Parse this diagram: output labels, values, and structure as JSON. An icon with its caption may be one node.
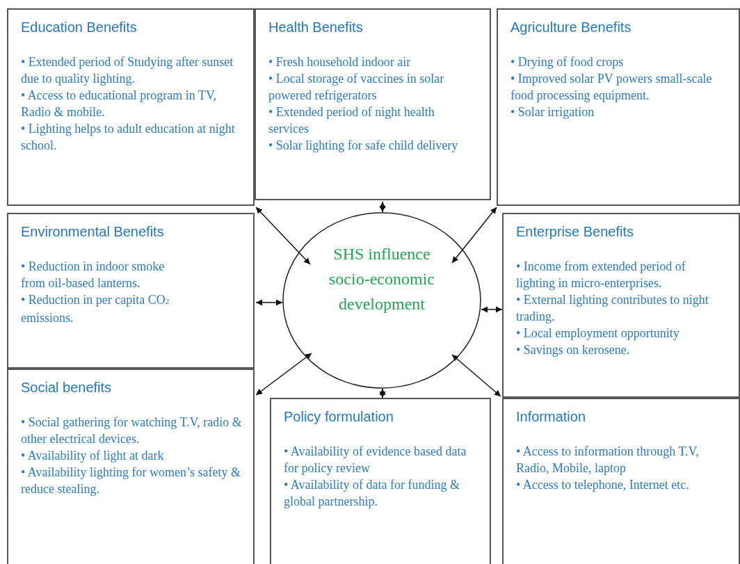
{
  "diagram": {
    "nodes": [
      {
        "text": [
          "Education Benefits",
          "• Extended period of Studying after sunset due to quality lighting.",
          "• Access to educational program in TV, Radio & mobile.",
          "• Lighting helps to adult education at night school."
        ]
      },
      {
        "text": [
          "Health Benefits",
          "• Fresh household indoor air",
          "• Local storage of vaccines in solar powered refrigerators",
          "• Extended period of night health services",
          "• Solar lighting for safe child delivery"
        ]
      },
      {
        "text": [
          "Agriculture Benefits",
          "• Drying of food crops",
          "• Improved solar PV powers small-scale food processing equipment.",
          "• Solar irrigation"
        ]
      },
      {
        "text": [
          "Environmental Benefits",
          "• Reduction in indoor smoke from oil-based lanterns.",
          "• Reduction in per capita CO$_{2}$ emissions."
        ]
      },
      {
        "text": [
          "SHS influence socio-economic development"
        ]
      },
      {
        "text": [
          "Enterprise Benefits",
          "• Income from extended period of lighting in micro-enterprises.",
          "• External lighting contributes to night trading.",
          "• Local employment opportunity",
          "• Savings on kerosene."
        ]
      },
      {
        "text": [
          "Social benefits",
          "• Social gathering for watching T.V,  radio & other electrical devices.",
          "• Availability of light at dark",
          "• Availability  lighting for women’s safety & reduce stealing."
        ]
      },
      {
        "text": [
          "Policy formulation",
          "• Availability of evidence based data for policy review",
          "• Availability of data for funding & global partnership."
        ]
      },
      {
        "text": [
          "Information",
          "• Access to information through T.V, Radio, Mobile, laptop",
          "• Access to telephone, Internet etc."
        ]
      }
    ],
    "edges": [
      {
        "from": 4,
        "to": 0,
        "arrow": "both"
      },
      {
        "from": 4,
        "to": 1,
        "arrow": "both"
      },
      {
        "from": 4,
        "to": 2,
        "arrow": "both"
      },
      {
        "from": 4,
        "to": 3,
        "arrow": "both"
      },
      {
        "from": 4,
        "to": 5,
        "arrow": "both"
      },
      {
        "from": 4,
        "to": 6,
        "arrow": "both"
      },
      {
        "from": 4,
        "to": 7,
        "arrow": "both"
      },
      {
        "from": 4,
        "to": 8,
        "arrow": "both"
      }
    ]
  }
}
